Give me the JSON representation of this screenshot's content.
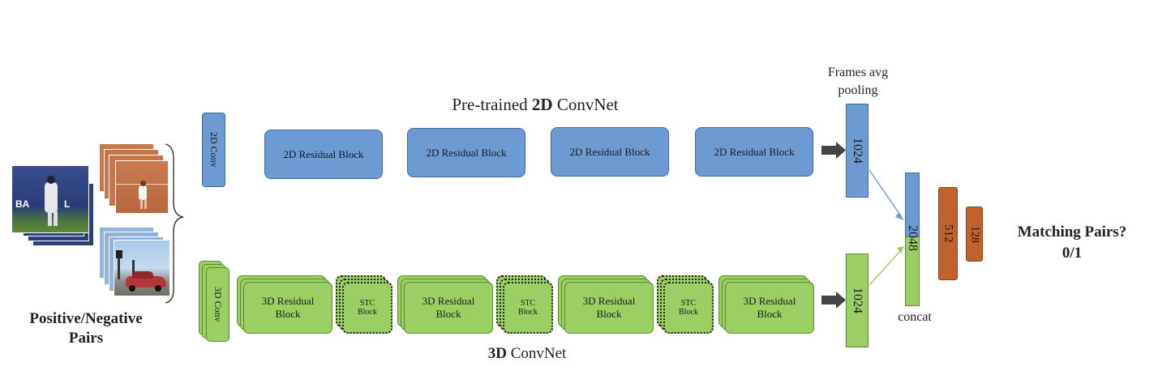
{
  "top_branch": {
    "title_prefix": "Pre-trained",
    "title_bold": "2D",
    "title_suffix": "ConvNet",
    "conv_label": "2D Conv",
    "residual_blocks": [
      "2D Residual Block",
      "2D Residual Block",
      "2D Residual Block",
      "2D Residual Block"
    ],
    "pool_caption_line1": "Frames avg",
    "pool_caption_line2": "pooling",
    "feature_dim": "1024"
  },
  "bottom_branch": {
    "title_bold": "3D",
    "title_suffix": "ConvNet",
    "conv_label": "3D Conv",
    "blocks": [
      {
        "label": "3D Residual Block",
        "kind": "residual"
      },
      {
        "label": "STC Block",
        "kind": "stc"
      },
      {
        "label": "3D Residual Block",
        "kind": "residual"
      },
      {
        "label": "STC Block",
        "kind": "stc"
      },
      {
        "label": "3D Residual Block",
        "kind": "residual"
      },
      {
        "label": "STC Block",
        "kind": "stc"
      },
      {
        "label": "3D Residual Block",
        "kind": "residual"
      }
    ],
    "feature_dim": "1024"
  },
  "fusion": {
    "concat_dim": "2048",
    "concat_label": "concat",
    "fc1": "512",
    "fc2": "128"
  },
  "input": {
    "label_line1": "Positive/Negative",
    "label_line2": "Pairs"
  },
  "output": {
    "line1": "Matching Pairs?",
    "line2": "0/1"
  },
  "colors": {
    "blue": "#6b9bd2",
    "green": "#9ccf63",
    "orange": "#c0622c"
  }
}
